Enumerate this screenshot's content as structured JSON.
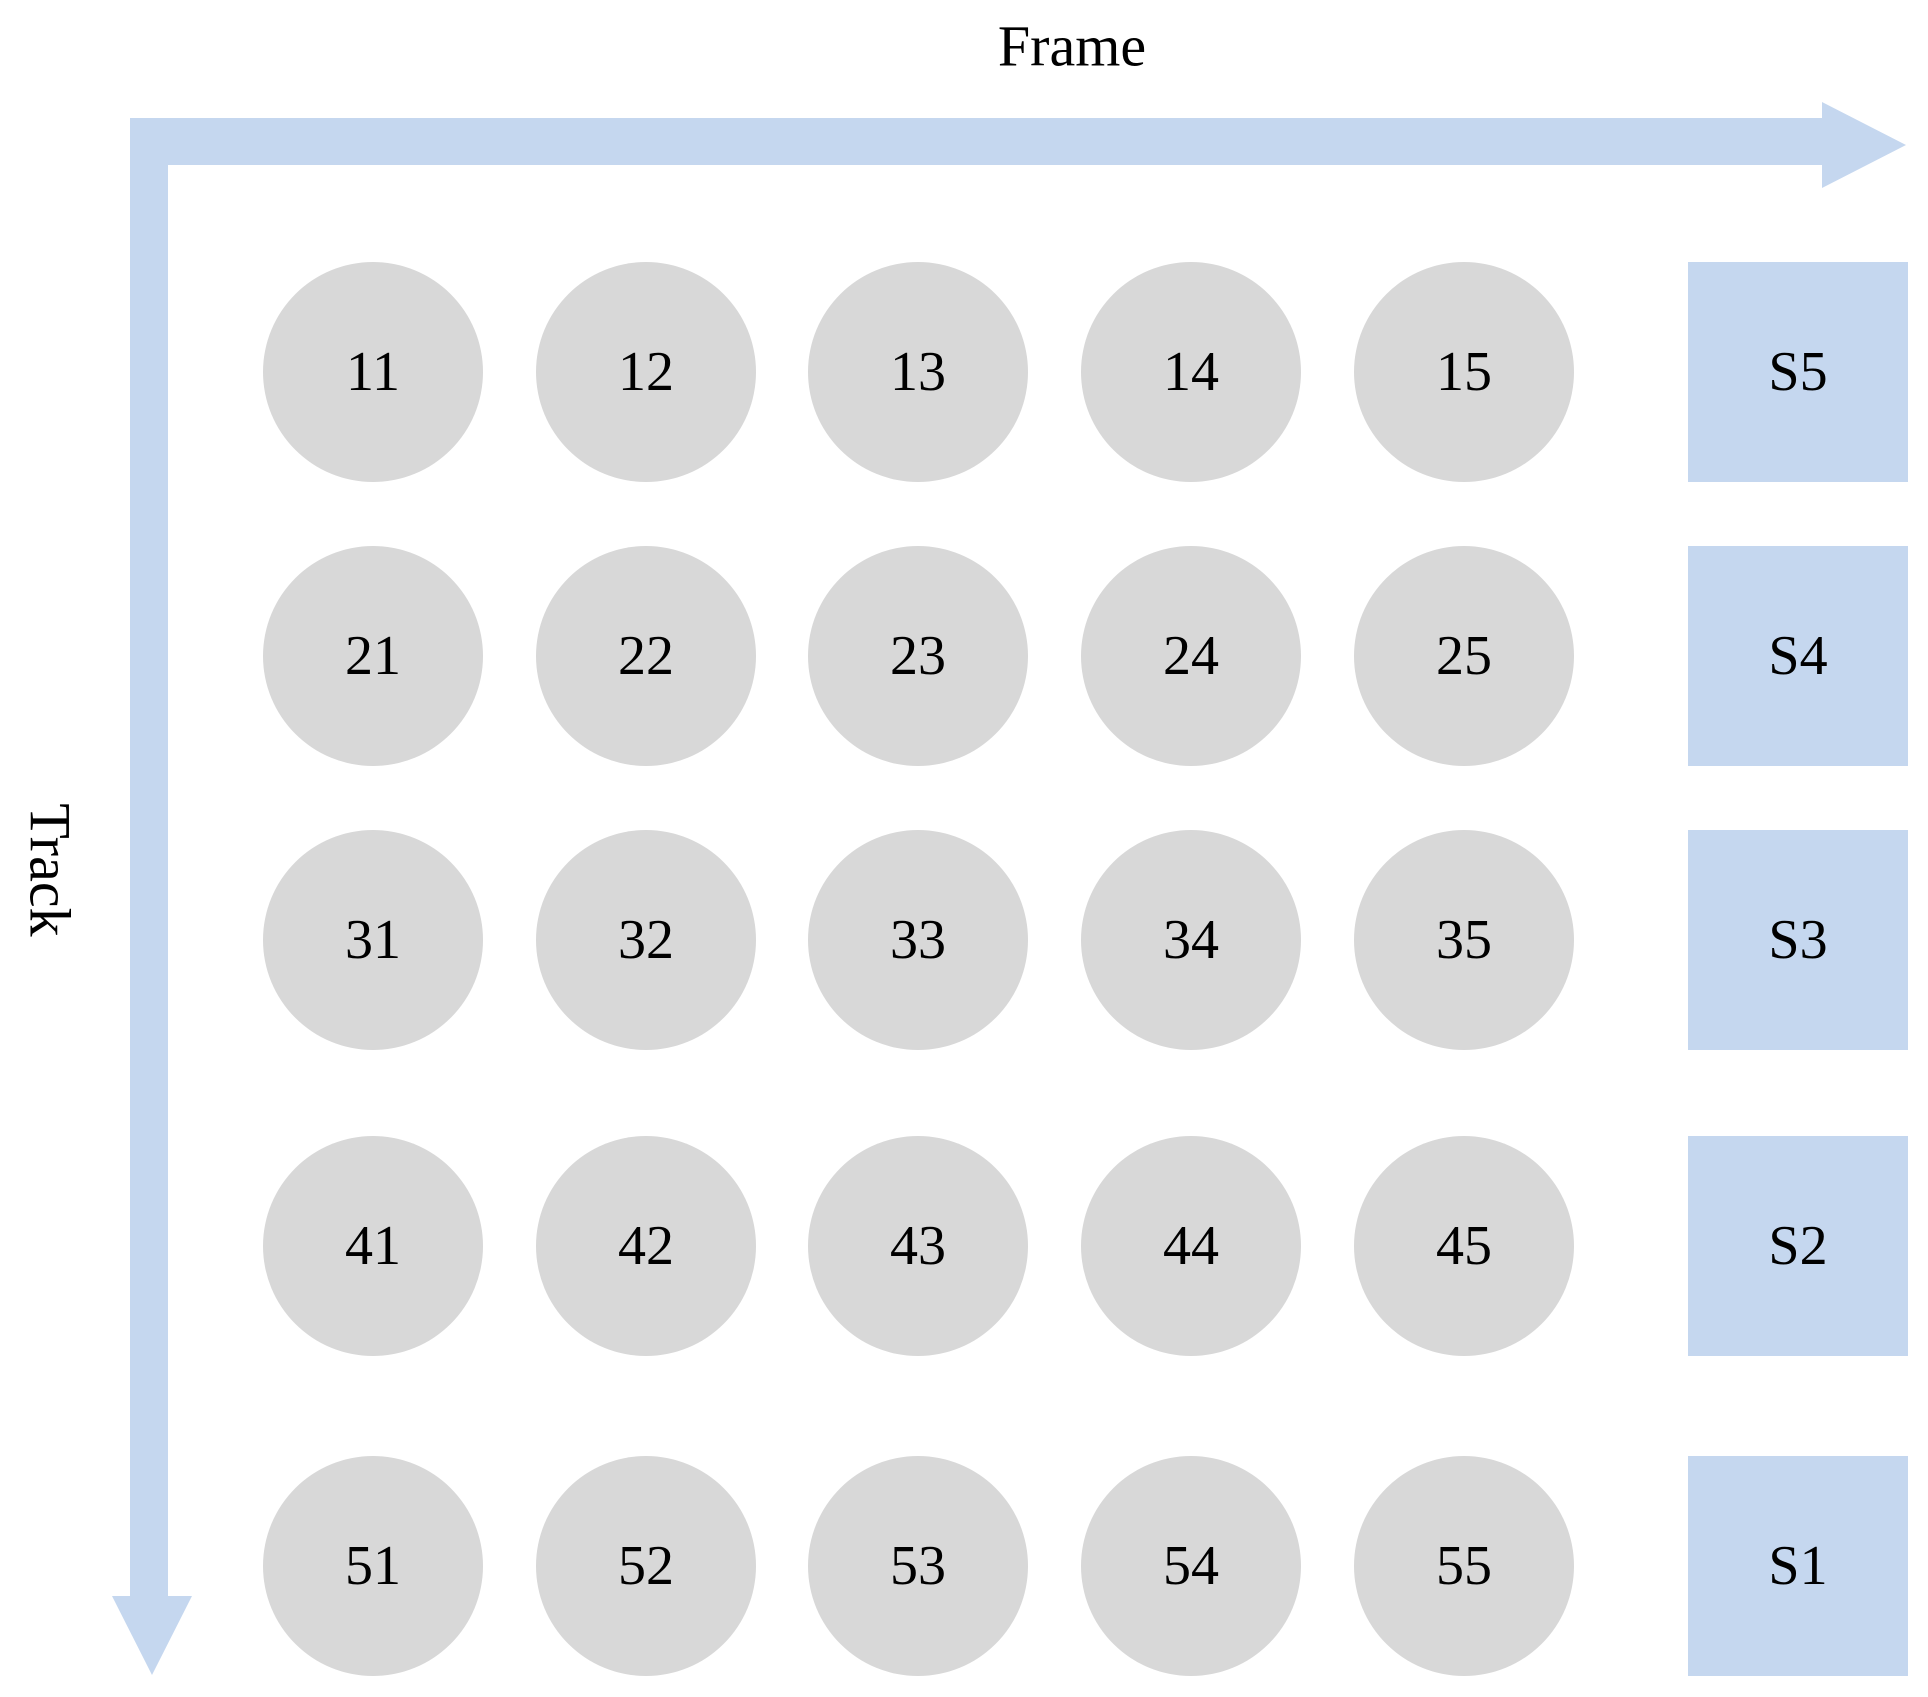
{
  "axes": {
    "horizontal_label": "Frame",
    "vertical_label": "Track"
  },
  "grid": {
    "rows": [
      {
        "nodes": [
          "11",
          "12",
          "13",
          "14",
          "15"
        ],
        "box": "S5"
      },
      {
        "nodes": [
          "21",
          "22",
          "23",
          "24",
          "25"
        ],
        "box": "S4"
      },
      {
        "nodes": [
          "31",
          "32",
          "33",
          "34",
          "35"
        ],
        "box": "S3"
      },
      {
        "nodes": [
          "41",
          "42",
          "43",
          "44",
          "45"
        ],
        "box": "S2"
      },
      {
        "nodes": [
          "51",
          "52",
          "53",
          "54",
          "55"
        ],
        "box": "S1"
      }
    ]
  },
  "colors": {
    "arrow": "#c5d7ef",
    "node_fill": "#d8d8d8",
    "box_fill": "#c5d7ef"
  }
}
